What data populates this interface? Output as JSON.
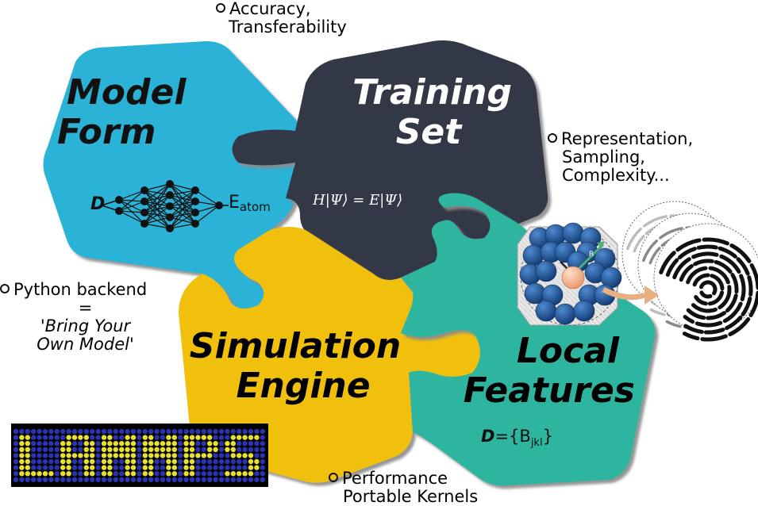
{
  "pieces": {
    "model_form": {
      "line1": "Model",
      "line2": "Form",
      "color": "#2ab3d6"
    },
    "training_set": {
      "line1": "Training",
      "line2": "Set",
      "color": "#323844",
      "equation": "H|Ψ⟩ = E|Ψ⟩"
    },
    "simulation_engine": {
      "line1": "Simulation",
      "line2": "Engine",
      "color": "#f0c00c"
    },
    "local_features": {
      "line1": "Local",
      "line2": "Features",
      "color": "#2fb5a0",
      "desc_d": "D",
      "desc_eq": "={B",
      "desc_sub": "jkl",
      "desc_close": "}"
    }
  },
  "network": {
    "input_label": "D",
    "output_label": "E",
    "output_sub": "atom"
  },
  "notes": {
    "accuracy": {
      "line1": "Accuracy,",
      "line2": "Transferability"
    },
    "representation": {
      "line1": "Representation,",
      "line2": "Sampling,",
      "line3": "Complexity..."
    },
    "python": {
      "line1": "Python backend",
      "line2": "=",
      "line3": "'Bring Your",
      "line4": "Own Model'"
    },
    "performance": {
      "line1": "Performance",
      "line2": "Portable Kernels"
    }
  },
  "logo": {
    "text": "LAMMPS",
    "dot_color": "#e8e030",
    "bg_dot_color": "#2a33b0"
  },
  "atom_cluster": {
    "radius_label": "R"
  }
}
